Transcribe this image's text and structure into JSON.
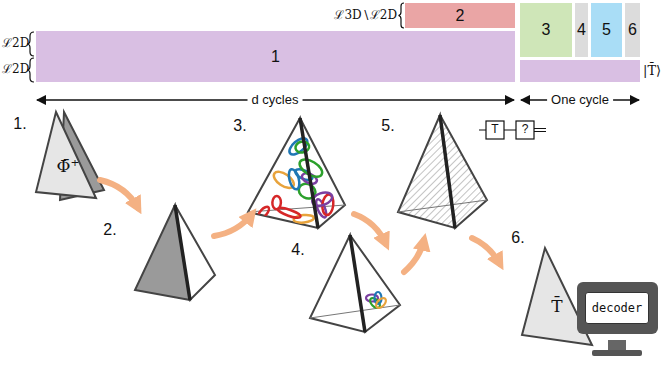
{
  "diagram": {
    "nodes": [
      {
        "text": [
          "1"
        ]
      },
      {
        "text": [
          "2"
        ]
      },
      {
        "text": [
          "3"
        ]
      },
      {
        "text": [
          "4"
        ]
      },
      {
        "text": [
          "5"
        ]
      },
      {
        "text": [
          "6"
        ]
      },
      {
        "text": [
          "decoder"
        ]
      }
    ],
    "labels": [
      "ℒ2D",
      "ℒ2D",
      "ℒ3D∖ℒ2D",
      "|T̄⟩",
      "d cycles",
      "One cycle",
      "1.",
      "2.",
      "3.",
      "4.",
      "5.",
      "6.",
      "Φ̄⁺",
      "T",
      "?",
      "T̄"
    ]
  }
}
